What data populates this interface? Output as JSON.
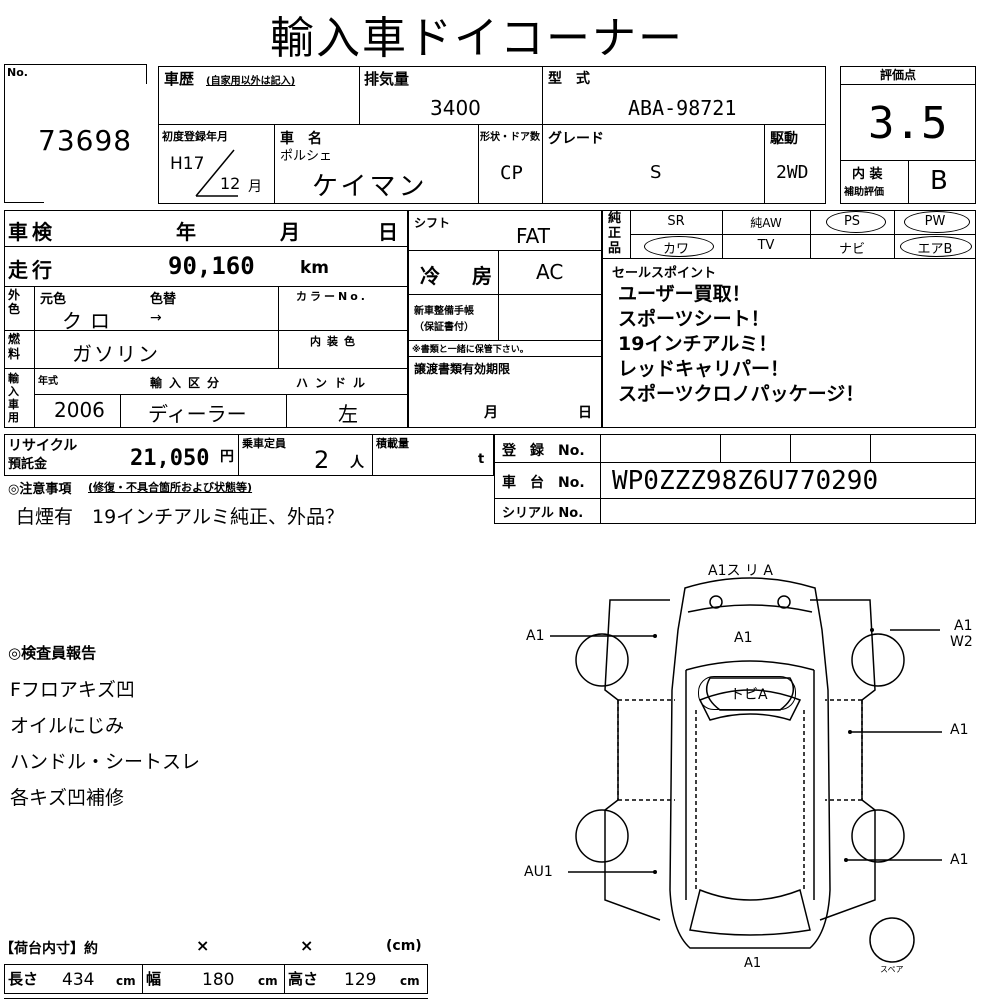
{
  "title": "輸入車ドイコーナー",
  "lot": {
    "no_label": "No.",
    "number": "73698"
  },
  "history": {
    "label": "車歴",
    "note": "(自家用以外は記入)"
  },
  "displacement": {
    "label": "排気量",
    "value": "3400"
  },
  "model_code": {
    "label": "型　式",
    "value": "ABA-98721"
  },
  "score": {
    "label": "評価点",
    "value": "3.5"
  },
  "first_reg": {
    "label": "初度登録年月",
    "era_year": "H17",
    "month": "12",
    "month_unit": "月"
  },
  "car_name": {
    "label": "車　名",
    "maker": "ポルシェ",
    "name": "ケイマン"
  },
  "body": {
    "label": "形状・ドア数",
    "value": "CP"
  },
  "grade": {
    "label": "グレード",
    "value": "S"
  },
  "drive": {
    "label": "駆動",
    "value": "2WD"
  },
  "interior_score": {
    "label1": "内 装",
    "label2": "補助評価",
    "value": "B"
  },
  "inspection": {
    "label": "車検",
    "year": "年",
    "month": "月",
    "day": "日"
  },
  "shift": {
    "label": "シフト",
    "value": "FAT"
  },
  "mileage": {
    "label": "走行",
    "value": "90,160",
    "unit": "km"
  },
  "ac": {
    "label": "冷　房",
    "value": "AC"
  },
  "exterior_color": {
    "label_side": "外色",
    "orig_label": "元色",
    "change_label": "色替",
    "color_no_label": "カラーNo.",
    "value": "クロ",
    "arrow": "→"
  },
  "new_car_manual": {
    "label1": "新車整備手帳",
    "label2": "（保証書付）",
    "note": "※書類と一緒に保管下さい。"
  },
  "fuel": {
    "label": "燃料",
    "value": "ガソリン",
    "interior_color_label": "内装色"
  },
  "import_info": {
    "side_label": "輸入車用",
    "year_label": "年式",
    "year": "2006",
    "kubun_label": "輸入区分",
    "kubun": "ディーラー",
    "handle_label": "ハンドル",
    "handle": "左"
  },
  "transfer": {
    "label": "譲渡書類有効期限",
    "month": "月",
    "day": "日"
  },
  "equipment": {
    "side_label": "純正品",
    "row1": [
      "SR",
      "純AW",
      "PS",
      "PW"
    ],
    "row2": [
      "カワ",
      "TV",
      "ナビ",
      "エアB"
    ]
  },
  "sales_points": {
    "label": "セールスポイント",
    "items": [
      "ユーザー買取！",
      "スポーツシート！",
      "19インチアルミ！",
      "レッドキャリパー！",
      "スポーツクロノパッケージ！"
    ]
  },
  "recycle": {
    "label1": "リサイクル",
    "label2": "預託金",
    "value": "21,050",
    "unit": "円"
  },
  "capacity": {
    "label": "乗車定員",
    "value": "2",
    "unit": "人"
  },
  "load": {
    "label": "積載量",
    "unit": "t"
  },
  "registration": {
    "label": "登　録　No.",
    "chassis_label": "車　台　No.",
    "chassis": "WP0ZZZ98Z6U770290",
    "serial_label": "シリアル No."
  },
  "notes": {
    "label": "◎注意事項",
    "sub": "(修復・不具合箇所および状態等)",
    "text": "白煙有　19インチアルミ純正、外品？"
  },
  "inspector": {
    "label": "◎検査員報告",
    "items": [
      "Fフロアキズ凹",
      "オイルにじみ",
      "ハンドル・シートスレ",
      "各キズ凹補修"
    ]
  },
  "cargo": {
    "label": "【荷台内寸】約",
    "x1": "×",
    "x2": "×",
    "unit_label": "(cm)",
    "length_label": "長さ",
    "length": "434",
    "width_label": "幅",
    "width": "180",
    "height_label": "高さ",
    "height": "129",
    "cm": "cm"
  },
  "diagram": {
    "top": "A1ス リ A",
    "hood": "A1",
    "roof": "トビA",
    "left_front": "A1",
    "right_front1": "A1",
    "right_front2": "W2",
    "right_mid": "A1",
    "left_rear": "AU1",
    "right_rear": "A1",
    "rear": "A1",
    "spare": "スペア"
  }
}
